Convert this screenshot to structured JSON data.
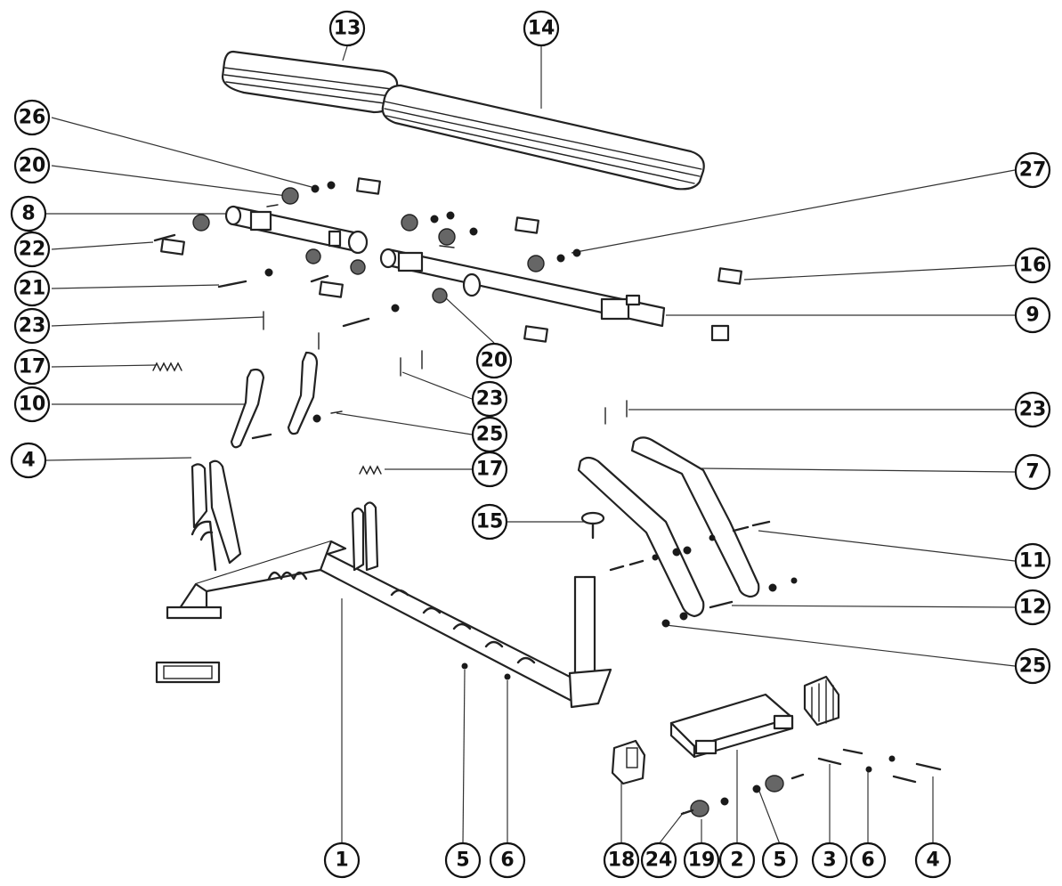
{
  "callouts": [
    {
      "label": "13"
    },
    {
      "label": "14"
    },
    {
      "label": "26"
    },
    {
      "label": "20"
    },
    {
      "label": "8"
    },
    {
      "label": "22"
    },
    {
      "label": "21"
    },
    {
      "label": "23"
    },
    {
      "label": "17"
    },
    {
      "label": "10"
    },
    {
      "label": "4"
    },
    {
      "label": "27"
    },
    {
      "label": "16"
    },
    {
      "label": "9"
    },
    {
      "label": "20"
    },
    {
      "label": "23"
    },
    {
      "label": "25"
    },
    {
      "label": "17"
    },
    {
      "label": "23"
    },
    {
      "label": "7"
    },
    {
      "label": "15"
    },
    {
      "label": "11"
    },
    {
      "label": "12"
    },
    {
      "label": "25"
    },
    {
      "label": "1"
    },
    {
      "label": "5"
    },
    {
      "label": "6"
    },
    {
      "label": "18"
    },
    {
      "label": "24"
    },
    {
      "label": "19"
    },
    {
      "label": "2"
    },
    {
      "label": "5"
    },
    {
      "label": "3"
    },
    {
      "label": "6"
    },
    {
      "label": "4"
    }
  ]
}
